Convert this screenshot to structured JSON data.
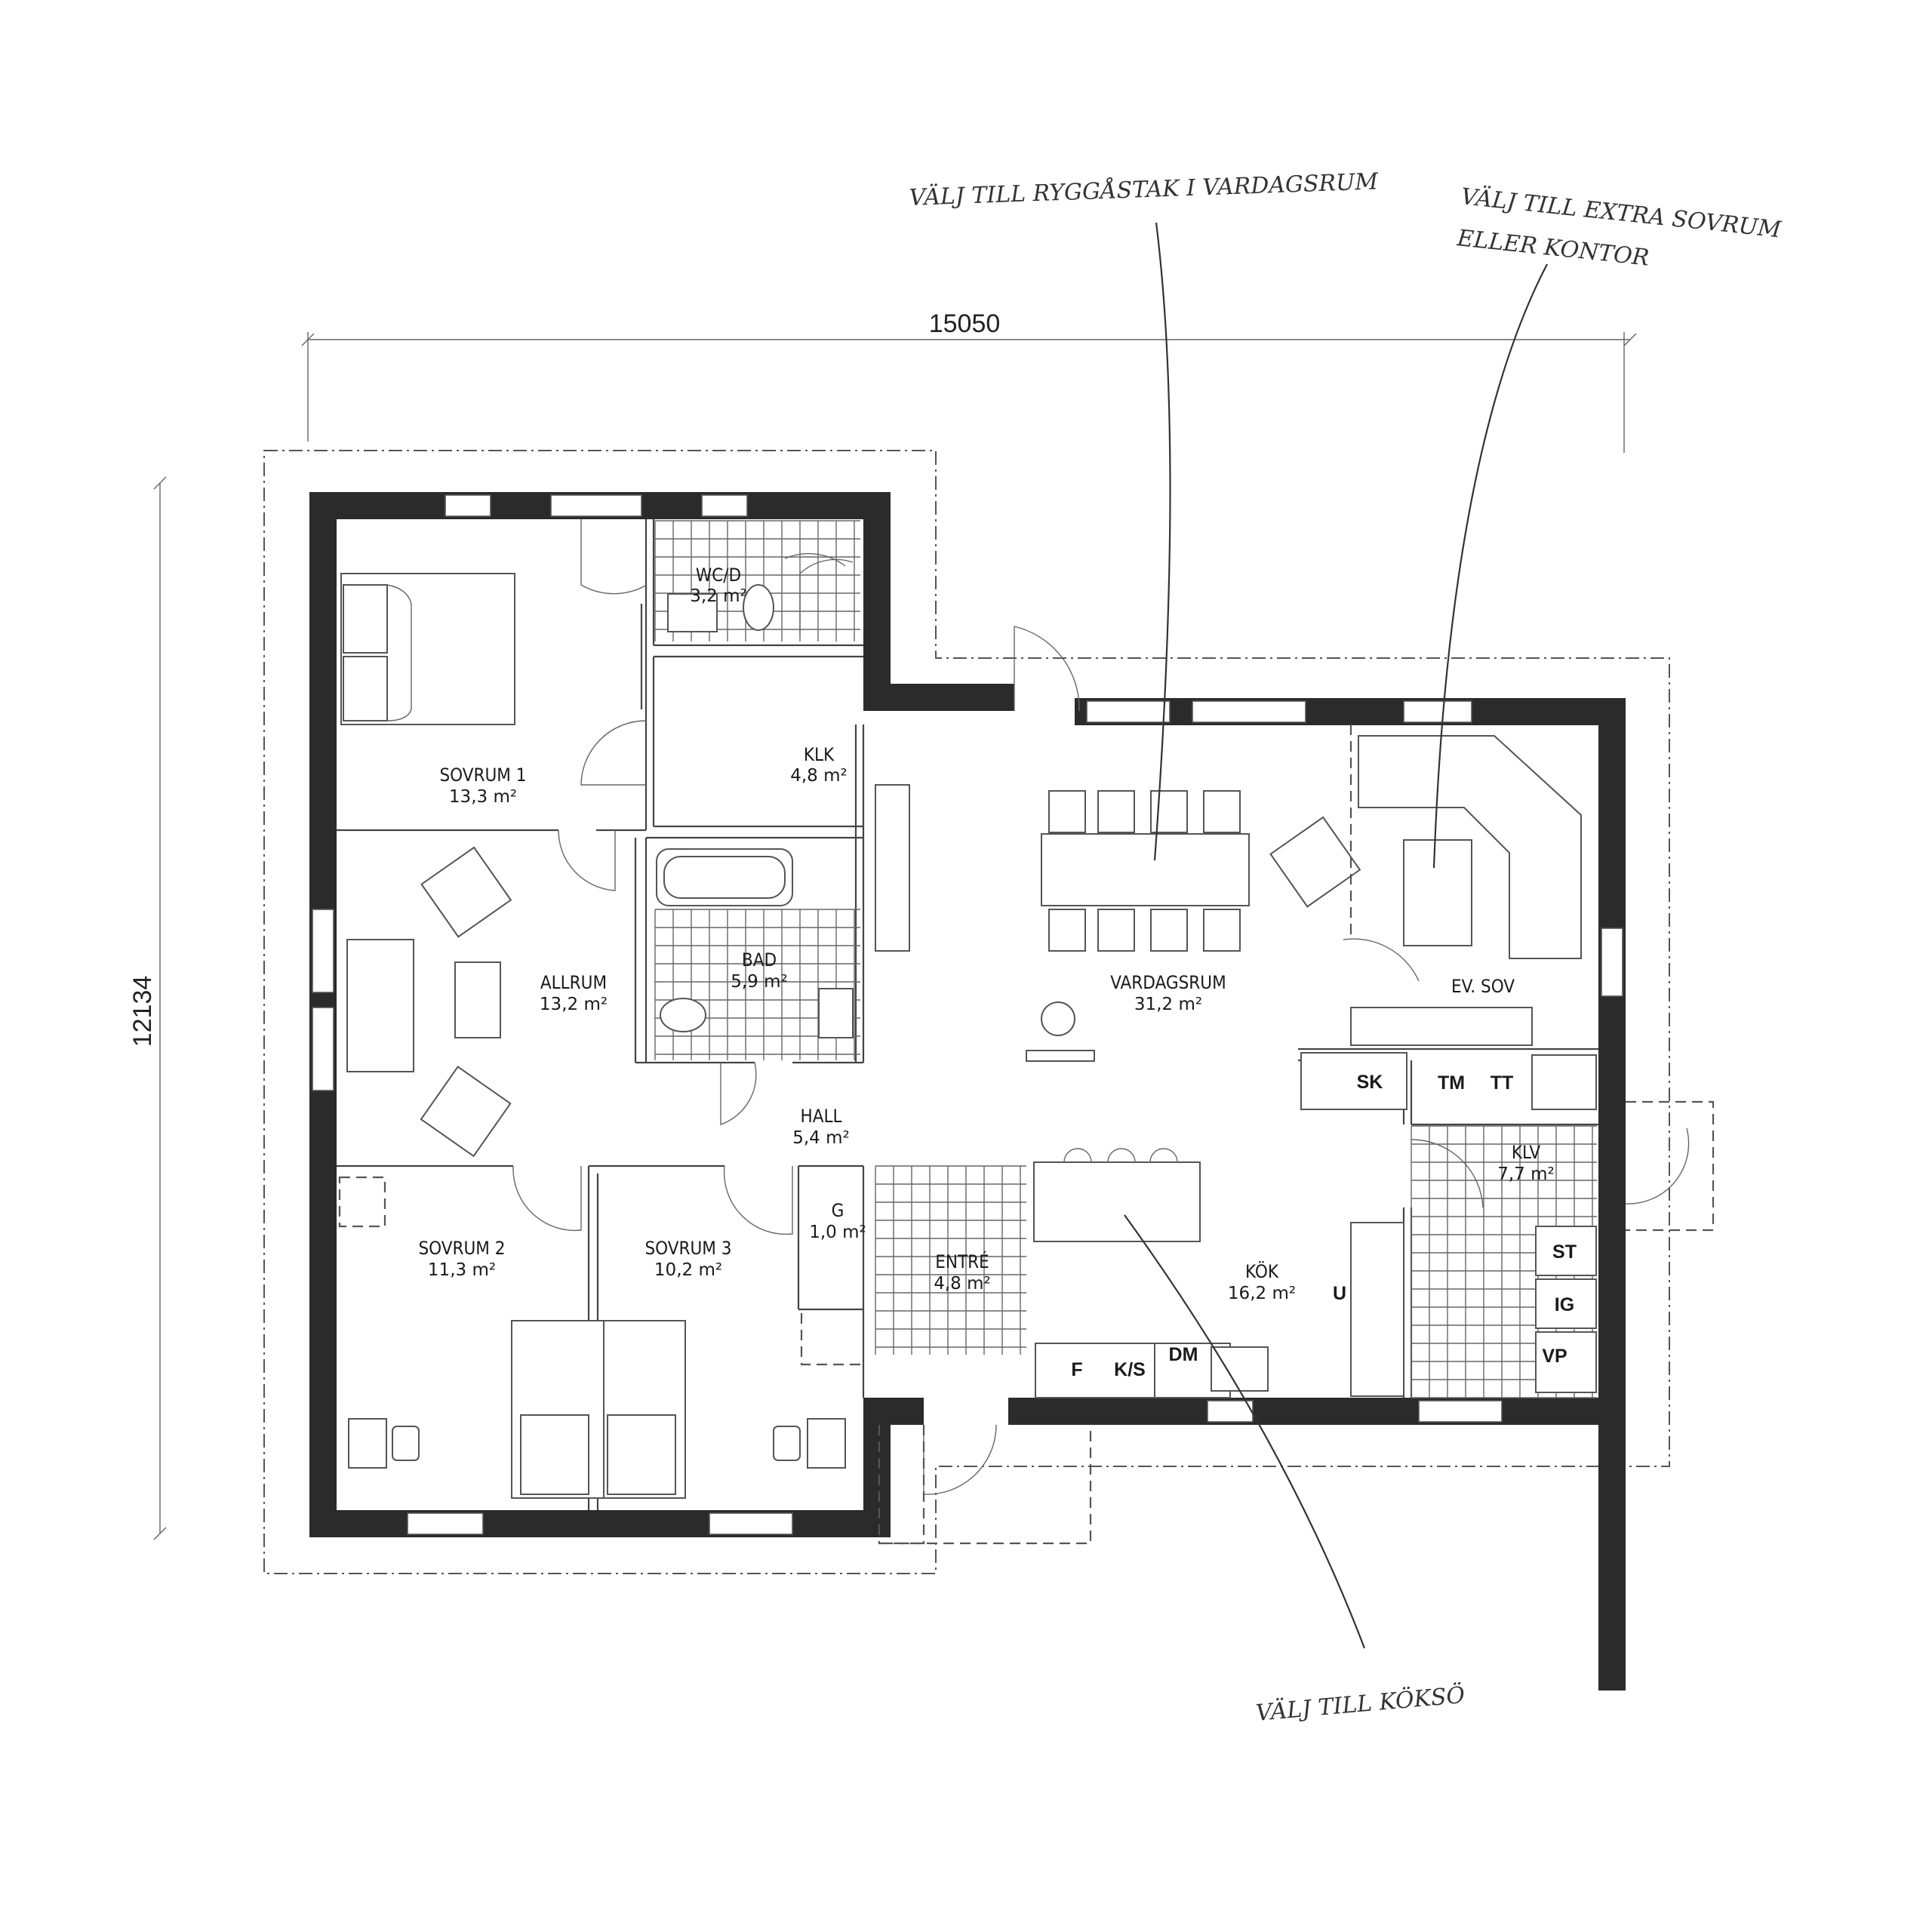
{
  "dimensions": {
    "width": "15050",
    "height": "12134"
  },
  "notes": {
    "ridge_ceiling": "VÄLJ TILL RYGGÅSTAK I VARDAGSRUM",
    "extra_bedroom_line1": "VÄLJ TILL EXTRA SOVRUM",
    "extra_bedroom_line2": "ELLER KONTOR",
    "kitchen_island": "VÄLJ TILL KÖKSÖ"
  },
  "rooms": {
    "wcd": {
      "name": "WC/D",
      "area": "3,2 m²"
    },
    "klk": {
      "name": "KLK",
      "area": "4,8 m²"
    },
    "sovrum1": {
      "name": "SOVRUM 1",
      "area": "13,3 m²"
    },
    "allrum": {
      "name": "ALLRUM",
      "area": "13,2 m²"
    },
    "bad": {
      "name": "BAD",
      "area": "5,9 m²"
    },
    "hall": {
      "name": "HALL",
      "area": "5,4 m²"
    },
    "vardagsrum": {
      "name": "VARDAGSRUM",
      "area": "31,2 m²"
    },
    "evsov": {
      "name": "EV. SOV"
    },
    "sovrum2": {
      "name": "SOVRUM 2",
      "area": "11,3 m²"
    },
    "sovrum3": {
      "name": "SOVRUM 3",
      "area": "10,2 m²"
    },
    "g": {
      "name": "G",
      "area": "1,0 m²"
    },
    "entre": {
      "name": "ENTRÉ",
      "area": "4,8 m²"
    },
    "kok": {
      "name": "KÖK",
      "area": "16,2 m²"
    },
    "klv": {
      "name": "KLV",
      "area": "7,7 m²"
    }
  },
  "fixtures": {
    "sk": "SK",
    "tm": "TM",
    "tt": "TT",
    "st": "ST",
    "ig": "IG",
    "vp": "VP",
    "f": "F",
    "ks": "K/S",
    "dm": "DM",
    "u": "U"
  }
}
